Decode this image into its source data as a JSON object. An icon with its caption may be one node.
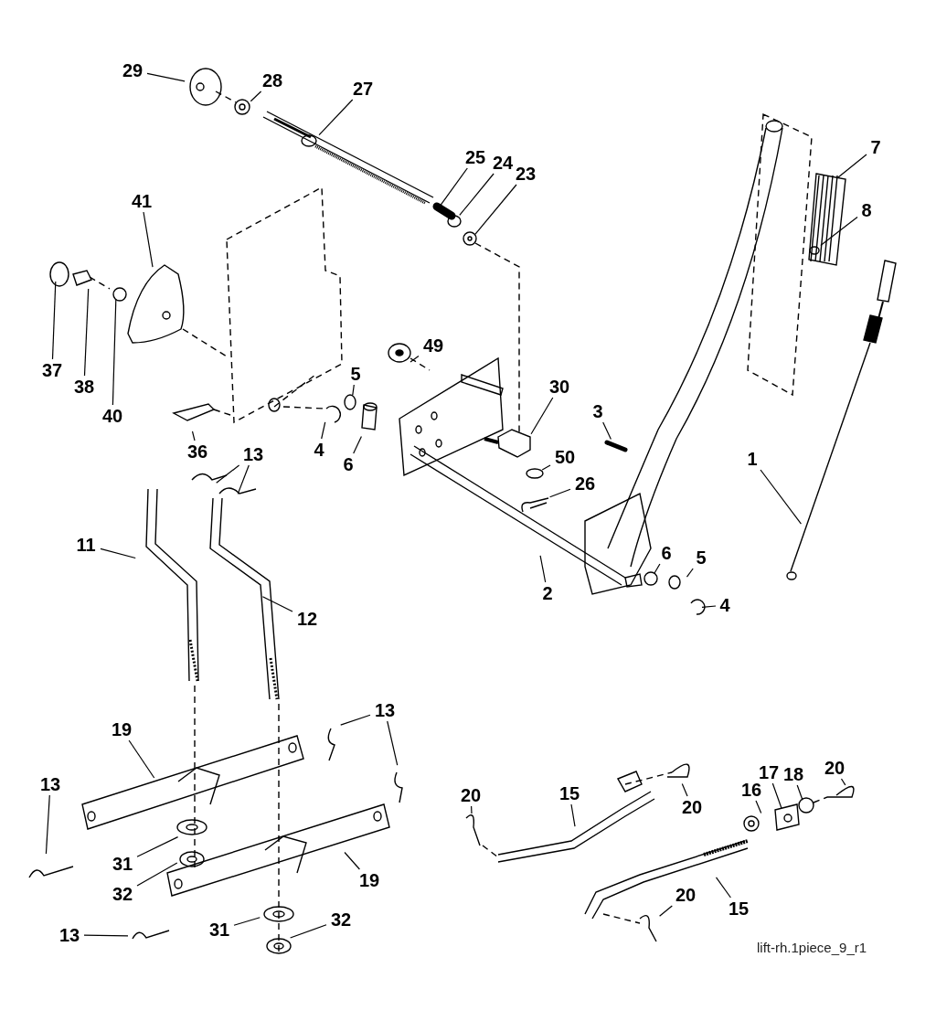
{
  "diagram": {
    "nodes": [
      {
        "text": [
          "29"
        ]
      },
      {
        "text": [
          "28"
        ]
      },
      {
        "text": [
          "27"
        ]
      },
      {
        "text": [
          "7"
        ]
      },
      {
        "text": [
          "25"
        ]
      },
      {
        "text": [
          "24"
        ]
      },
      {
        "text": [
          "23"
        ]
      },
      {
        "text": [
          "41"
        ]
      },
      {
        "text": [
          "8"
        ]
      },
      {
        "text": [
          "49"
        ]
      },
      {
        "text": [
          "37"
        ]
      },
      {
        "text": [
          "5"
        ]
      },
      {
        "text": [
          "38"
        ]
      },
      {
        "text": [
          "30"
        ]
      },
      {
        "text": [
          "3"
        ]
      },
      {
        "text": [
          "40"
        ]
      },
      {
        "text": [
          "36"
        ]
      },
      {
        "text": [
          "4"
        ]
      },
      {
        "text": [
          "13"
        ]
      },
      {
        "text": [
          "50"
        ]
      },
      {
        "text": [
          "6"
        ]
      },
      {
        "text": [
          "1"
        ]
      },
      {
        "text": [
          "26"
        ]
      },
      {
        "text": [
          "11"
        ]
      },
      {
        "text": [
          "2"
        ]
      },
      {
        "text": [
          "6"
        ]
      },
      {
        "text": [
          "5"
        ]
      },
      {
        "text": [
          "4"
        ]
      },
      {
        "text": [
          "12"
        ]
      },
      {
        "text": [
          "19"
        ]
      },
      {
        "text": [
          "13"
        ]
      },
      {
        "text": [
          "13"
        ]
      },
      {
        "text": [
          "20"
        ]
      },
      {
        "text": [
          "15"
        ]
      },
      {
        "text": [
          "17"
        ]
      },
      {
        "text": [
          "18"
        ]
      },
      {
        "text": [
          "20"
        ]
      },
      {
        "text": [
          "16"
        ]
      },
      {
        "text": [
          "20"
        ]
      },
      {
        "text": [
          "31"
        ]
      },
      {
        "text": [
          "32"
        ]
      },
      {
        "text": [
          "19"
        ]
      },
      {
        "text": [
          "20"
        ]
      },
      {
        "text": [
          "15"
        ]
      },
      {
        "text": [
          "31"
        ]
      },
      {
        "text": [
          "32"
        ]
      },
      {
        "text": [
          "13"
        ]
      }
    ],
    "edges": [
      {
        "from": 0,
        "to": null,
        "arrow": "none"
      },
      {
        "from": 1,
        "to": null,
        "arrow": "none"
      },
      {
        "from": 2,
        "to": null,
        "arrow": "none"
      },
      {
        "from": 3,
        "to": null,
        "arrow": "none"
      },
      {
        "from": 4,
        "to": null,
        "arrow": "none"
      },
      {
        "from": 5,
        "to": null,
        "arrow": "none"
      },
      {
        "from": 6,
        "to": null,
        "arrow": "none"
      },
      {
        "from": 7,
        "to": null,
        "arrow": "none"
      },
      {
        "from": 8,
        "to": null,
        "arrow": "none"
      },
      {
        "from": 9,
        "to": null,
        "arrow": "none"
      },
      {
        "from": 10,
        "to": null,
        "arrow": "none"
      },
      {
        "from": 11,
        "to": null,
        "arrow": "none"
      },
      {
        "from": 12,
        "to": null,
        "arrow": "none"
      },
      {
        "from": 13,
        "to": null,
        "arrow": "none"
      },
      {
        "from": 14,
        "to": null,
        "arrow": "none"
      },
      {
        "from": 15,
        "to": null,
        "arrow": "none"
      },
      {
        "from": 16,
        "to": null,
        "arrow": "none"
      },
      {
        "from": 17,
        "to": null,
        "arrow": "none"
      },
      {
        "from": 18,
        "to": null,
        "arrow": "none"
      },
      {
        "from": 18,
        "to": null,
        "arrow": "none"
      },
      {
        "from": 19,
        "to": null,
        "arrow": "none"
      },
      {
        "from": 20,
        "to": null,
        "arrow": "none"
      },
      {
        "from": 21,
        "to": null,
        "arrow": "none"
      },
      {
        "from": 22,
        "to": null,
        "arrow": "none"
      },
      {
        "from": 23,
        "to": null,
        "arrow": "none"
      },
      {
        "from": 24,
        "to": null,
        "arrow": "none"
      },
      {
        "from": 25,
        "to": null,
        "arrow": "none"
      },
      {
        "from": 26,
        "to": null,
        "arrow": "none"
      },
      {
        "from": 27,
        "to": null,
        "arrow": "none"
      },
      {
        "from": 28,
        "to": null,
        "arrow": "none"
      },
      {
        "from": 29,
        "to": null,
        "arrow": "none"
      },
      {
        "from": 30,
        "to": null,
        "arrow": "none"
      },
      {
        "from": 30,
        "to": null,
        "arrow": "none"
      },
      {
        "from": 31,
        "to": null,
        "arrow": "none"
      },
      {
        "from": 32,
        "to": null,
        "arrow": "none"
      },
      {
        "from": 33,
        "to": null,
        "arrow": "none"
      },
      {
        "from": 34,
        "to": null,
        "arrow": "none"
      },
      {
        "from": 35,
        "to": null,
        "arrow": "none"
      },
      {
        "from": 36,
        "to": null,
        "arrow": "none"
      },
      {
        "from": 37,
        "to": null,
        "arrow": "none"
      },
      {
        "from": 38,
        "to": null,
        "arrow": "none"
      },
      {
        "from": 39,
        "to": null,
        "arrow": "none"
      },
      {
        "from": 40,
        "to": null,
        "arrow": "none"
      },
      {
        "from": 41,
        "to": null,
        "arrow": "none"
      },
      {
        "from": 42,
        "to": null,
        "arrow": "none"
      },
      {
        "from": 43,
        "to": null,
        "arrow": "none"
      },
      {
        "from": 44,
        "to": null,
        "arrow": "none"
      },
      {
        "from": 45,
        "to": null,
        "arrow": "none"
      },
      {
        "from": 46,
        "to": null,
        "arrow": "none"
      }
    ],
    "labels": [
      "lift-rh.1piece_9_r1"
    ]
  }
}
